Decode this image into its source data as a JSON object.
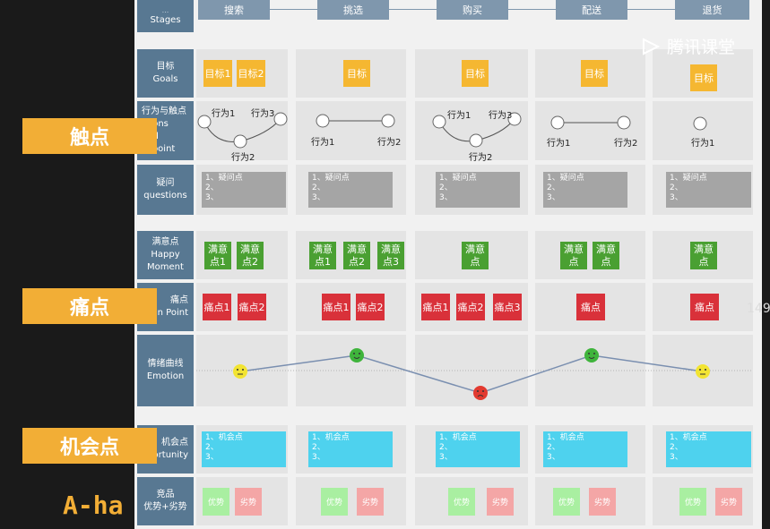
{
  "stages_label": [
    "Stages"
  ],
  "stages_label_top": "...",
  "stages": [
    "搜索",
    "挑选",
    "购买",
    "配送",
    "退货"
  ],
  "rows": {
    "goals": [
      "目标",
      "Goals"
    ],
    "actions": [
      "行为与触点",
      "ctions",
      "and",
      "chpoint"
    ],
    "questions": [
      "疑问",
      "questions"
    ],
    "happy": [
      "满意点",
      "Happy",
      "Moment"
    ],
    "pain": [
      "痛点",
      "n Point"
    ],
    "emotion": [
      "情绪曲线",
      "Emotion"
    ],
    "opportunity": [
      "机会点",
      "ortunity"
    ],
    "competitor": [
      "竞品",
      "优势+劣势"
    ]
  },
  "goals": [
    [
      "目标1",
      "目标2"
    ],
    [
      "目标"
    ],
    [
      "目标"
    ],
    [
      "目标"
    ],
    [
      "目标"
    ]
  ],
  "actions": {
    "a1": "行为1",
    "a2": "行为2",
    "a3": "行为3"
  },
  "question_text": [
    "1、疑问点",
    "2、",
    "3、"
  ],
  "happy": [
    [
      "满意点1",
      "满意点2"
    ],
    [
      "满意点1",
      "满意点2",
      "满意点3"
    ],
    [
      "满意点"
    ],
    [
      "满意点",
      "满意点"
    ],
    [
      "满意点"
    ]
  ],
  "pain": [
    [
      "痛点1",
      "痛点2"
    ],
    [
      "痛点1",
      "痛点2"
    ],
    [
      "痛点1",
      "痛点2",
      "痛点3"
    ],
    [
      "痛点"
    ],
    [
      "痛点"
    ]
  ],
  "opportunity_text": [
    "1、机会点",
    "2、",
    "3、"
  ],
  "competitor": {
    "adv": "优势",
    "dis": "劣势"
  },
  "emotion_levels": [
    0.5,
    0.8,
    0.1,
    0.8,
    0.5
  ],
  "emotion_faces": [
    "neutral",
    "happy",
    "sad",
    "happy",
    "neutral"
  ],
  "tags": [
    "触点",
    "痛点",
    "机会点"
  ],
  "aha": "A-ha",
  "logo": "腾讯课堂",
  "pagenum": "149",
  "colors": {
    "goal": "#f5b731",
    "happy": "#4aa032",
    "pain": "#d9313a",
    "opp": "#4ed2ee",
    "label": "#587892"
  }
}
